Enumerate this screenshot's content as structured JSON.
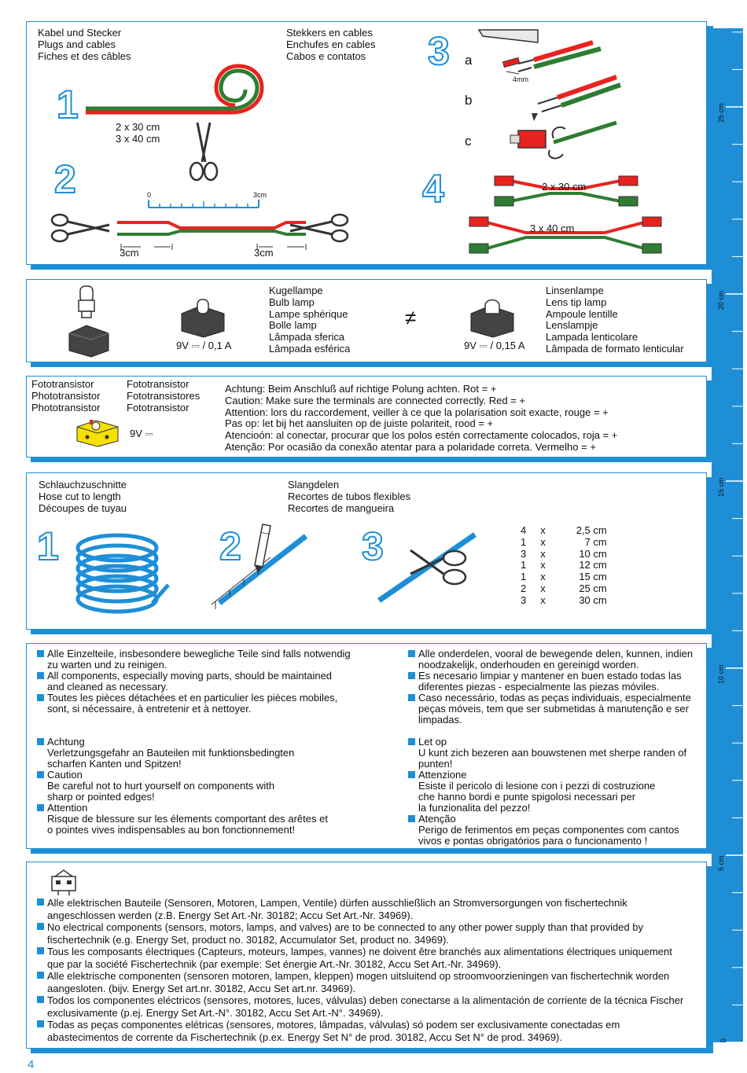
{
  "page_number": "4",
  "section1": {
    "titles_left": [
      "Kabel und Stecker",
      "Plugs and cables",
      "Fiches et des câbles"
    ],
    "titles_right": [
      "Stekkers en cables",
      "Enchufes en cables",
      "Cabos e contatos"
    ],
    "step_numbers": [
      "1",
      "2",
      "3",
      "4"
    ],
    "lengths": [
      "2 x 30 cm",
      "3 x 40 cm"
    ],
    "ruler_start": "0",
    "ruler_end": "3cm",
    "cut_left": "3cm",
    "cut_right": "3cm",
    "sub_labels": [
      "a",
      "b",
      "c"
    ],
    "strip_length": "4mm",
    "cable_30": "2 x 30 cm",
    "cable_40": "3 x 40 cm"
  },
  "section2": {
    "bulb_lines": [
      "Kugellampe",
      "Bulb lamp",
      "Lampe sphérique",
      "Bolle lamp",
      "Lâmpada sferica",
      "Lâmpada esférica"
    ],
    "bulb_rating": "9V ⎓ / 0,1 A",
    "not_equal": "≠",
    "lens_lines": [
      "Linsenlampe",
      "Lens tip lamp",
      "Ampoule lentille",
      "Lenslampje",
      "Lampada lenticolare",
      "Lâmpada de formato lenticular"
    ],
    "lens_rating": "9V ⎓ / 0,15 A"
  },
  "section3": {
    "col1": [
      "Fototransistor",
      "Phototransistor",
      "Phototransistor"
    ],
    "col2": [
      "Fototransistor",
      "Fototransistores",
      "Fototransistor"
    ],
    "voltage": "9V ⎓",
    "warnings": [
      "Achtung: Beim Anschluß auf richtige Polung achten. Rot = +",
      "Caution: Make sure the terminals are connected correctly. Red = +",
      "Attention: lors du raccordement, veiller à ce que la polarisation soit exacte, rouge = +",
      "Pas op: let bij het aansluiten op de juiste polariteit, rood = +",
      "Atencioón: al conectar, procurar que los polos estén correctamente colocados, roja = +",
      "Atenção: Por ocasião da conexão atentar para a polaridade correta. Vermelho = +"
    ]
  },
  "section4": {
    "titles_left": [
      "Schlauchzuschnitte",
      "Hose cut to length",
      "Découpes de tuyau"
    ],
    "titles_right": [
      "Slangdelen",
      "Recortes de tubos flexibles",
      "Recortes de mangueira"
    ],
    "step_numbers": [
      "1",
      "2",
      "3"
    ],
    "cut_table": [
      [
        "4",
        "x",
        "2,5 cm"
      ],
      [
        "1",
        "x",
        "7 cm"
      ],
      [
        "3",
        "x",
        "10 cm"
      ],
      [
        "1",
        "x",
        "12 cm"
      ],
      [
        "1",
        "x",
        "15 cm"
      ],
      [
        "2",
        "x",
        "25 cm"
      ],
      [
        "3",
        "x",
        "30 cm"
      ]
    ]
  },
  "section5": {
    "left_top": [
      [
        "Alle Einzelteile, insbesondere bewegliche Teile sind falls notwendig",
        "zu warten und zu reinigen."
      ],
      [
        "All components, especially moving parts, should be maintained",
        "and cleaned as necessary."
      ],
      [
        "Toutes les pièces détachées et en particulier les pièces mobiles,",
        "sont, si nécessaire, à entretenir et à nettoyer."
      ]
    ],
    "right_top": [
      [
        "Alle onderdelen, vooral de bewegende delen, kunnen, indien",
        "noodzakelijk, onderhouden en gereinigd worden."
      ],
      [
        "Es necesario limpiar y mantener en buen estado todas las",
        "diferentes piezas - especialmente las piezas móviles."
      ],
      [
        "Caso necessário, todas as peças individuais, especialmente",
        "peças móveis, tem que ser submetidas à manutenção e ser",
        "limpadas."
      ]
    ],
    "left_bottom": [
      [
        "Achtung",
        "Verletzungsgefahr an Bauteilen mit funktionsbedingten",
        "scharfen Kanten und Spitzen!"
      ],
      [
        "Caution",
        "Be careful not to hurt yourself on components with",
        "sharp or  pointed edges!"
      ],
      [
        "Attention",
        "Risque de blessure sur les élements comportant des arêtes et",
        "o pointes vives indispensables au bon fonctionnement!"
      ]
    ],
    "right_bottom": [
      [
        "Let op",
        "U kunt zich bezeren aan bouwstenen met sherpe randen of",
        "punten!"
      ],
      [
        "Attenzione",
        "Esiste il pericolo di lesione con i pezzi di costruzione",
        "che hanno bordi e punte spigolosi necessari per",
        "la funzionalita del pezzo!"
      ],
      [
        "Atenção",
        "Perigo de ferimentos em peças componentes com cantos",
        "vivos e pontas obrigatórios para o funcionamento !"
      ]
    ]
  },
  "section6": {
    "items": [
      [
        "Alle elektrischen Bauteile (Sensoren, Motoren, Lampen, Ventile) dürfen ausschließlich an Stromversorgungen von fischertechnik",
        "angeschlossen werden (z.B. Energy Set Art.-Nr. 30182; Accu Set Art.-Nr. 34969)."
      ],
      [
        "No electrical components (sensors, motors, lamps, and valves) are to be connected to any other power supply than that provided by",
        "fischertechnik (e.g. Energy Set, product no. 30182, Accumulator Set, product no. 34969)."
      ],
      [
        "Tous les composants électriques (Capteurs, moteurs, lampes, vannes) ne doivent être branchés aux alimentations électriques uniquement",
        "que par la société Fischertechnik (par exemple: Set énergie Art.-Nr. 30182, Accu Set Art.-Nr. 34969)."
      ],
      [
        "Alle elektrische componenten (sensoren motoren, lampen, kleppen) mogen uitsluitend op stroomvoorzieningen van fischertechnik worden",
        "aangesloten. (bijv. Energy Set art.nr. 30182, Accu Set art.nr. 34969)."
      ],
      [
        "Todos los componentes eléctricos (sensores, motores, luces, válvulas) deben conectarse a la alimentación de corriente de la técnica Fischer",
        "exclusivamente (p.ej. Energy Set Art.-N°. 30182, Accu Set Art.-N°. 34969)."
      ],
      [
        "Todas as peças componentes elétricas (sensores, motores, lâmpadas, válvulas) só podem ser exclusivamente conectadas em",
        "abastecimentos de corrente da Fischertechnik (p.ex. Energy Set N° de prod. 30182, Accu Set N° de prod. 34969)."
      ]
    ]
  },
  "ruler": {
    "labels": [
      "25 cm",
      "20 cm",
      "15 cm",
      "10 cm",
      "5 cm",
      "0"
    ]
  },
  "colors": {
    "accent": "#1e8fd6",
    "red": "#e8231f",
    "green": "#2e7d32",
    "yellow": "#f5e100"
  }
}
